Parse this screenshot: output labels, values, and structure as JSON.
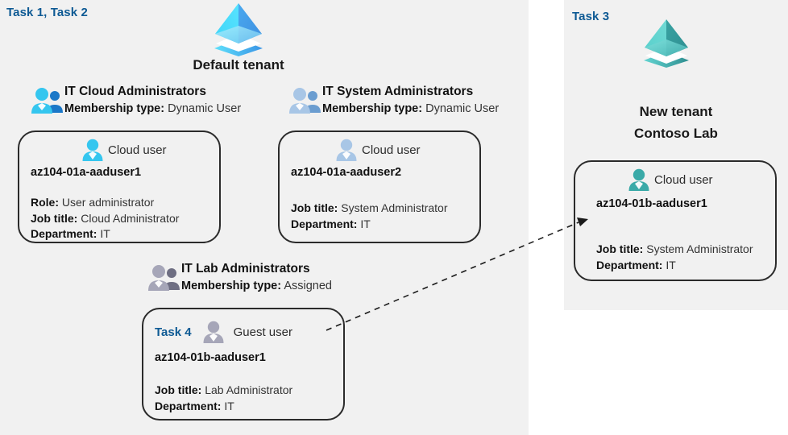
{
  "panels": {
    "left": {
      "task_label": "Task 1, Task 2"
    },
    "right": {
      "task_label": "Task 3"
    }
  },
  "tenants": [
    {
      "name": "default-tenant",
      "title": "Default tenant",
      "icon": "azure-ad-tenant-icon",
      "color": "#32bdef"
    },
    {
      "name": "new-tenant",
      "title_line1": "New  tenant",
      "title_line2": "Contoso Lab",
      "icon": "azure-ad-tenant-icon",
      "color": "#4cbfbd"
    }
  ],
  "groups": [
    {
      "id": "it-cloud-administrators",
      "name": "IT Cloud Administrators",
      "membership_label": "Membership type:",
      "membership_value": "Dynamic User",
      "icon": "group-users-icon",
      "icon_color": "#32bdef"
    },
    {
      "id": "it-system-administrators",
      "name": "IT System Administrators",
      "membership_label": "Membership type:",
      "membership_value": "Dynamic User",
      "icon": "group-users-icon",
      "icon_color": "#9cbfe0"
    },
    {
      "id": "it-lab-administrators",
      "name": "IT Lab Administrators",
      "membership_label": "Membership type:",
      "membership_value": "Assigned",
      "icon": "group-users-icon",
      "icon_color": "#9a9ab0"
    }
  ],
  "users": [
    {
      "id": "az104-01a-aaduser1",
      "user_type": "Cloud user",
      "icon": "cloud-user-icon",
      "icon_color": "#32bdef",
      "username": "az104-01a-aaduser1",
      "task_badge": "",
      "attributes": [
        {
          "label": "Role:",
          "value": "User administrator"
        },
        {
          "label": "Job title:",
          "value": "Cloud Administrator"
        },
        {
          "label": "Department:",
          "value": "IT"
        }
      ]
    },
    {
      "id": "az104-01a-aaduser2",
      "user_type": "Cloud user",
      "icon": "cloud-user-icon",
      "icon_color": "#9cbfe0",
      "username": "az104-01a-aaduser2",
      "task_badge": "",
      "attributes": [
        {
          "label": "Job title:",
          "value": "System Administrator"
        },
        {
          "label": "Department:",
          "value": "IT"
        }
      ]
    },
    {
      "id": "az104-01b-aaduser1-guest",
      "user_type": "Guest user",
      "icon": "guest-user-icon",
      "icon_color": "#9a9ab0",
      "username": "az104-01b-aaduser1",
      "task_badge": "Task 4",
      "attributes": [
        {
          "label": "Job title:",
          "value": "Lab Administrator"
        },
        {
          "label": "Department:",
          "value": "IT"
        }
      ]
    },
    {
      "id": "az104-01b-aaduser1-cloud",
      "user_type": "Cloud user",
      "icon": "cloud-user-icon",
      "icon_color": "#3aaaa8",
      "username": "az104-01b-aaduser1",
      "task_badge": "",
      "attributes": [
        {
          "label": "Job title:",
          "value": "System Administrator"
        },
        {
          "label": "Department:",
          "value": "IT"
        }
      ]
    }
  ],
  "connector": {
    "name": "guest-to-cloud-user-arrow",
    "style": "dashed",
    "from": "az104-01b-aaduser1-guest",
    "to": "az104-01b-aaduser1-cloud"
  },
  "colors": {
    "task_label": "#0e5a94",
    "panel_background": "#f1f1f1",
    "card_border": "#2b2b2b",
    "page_background": "#ffffff"
  }
}
